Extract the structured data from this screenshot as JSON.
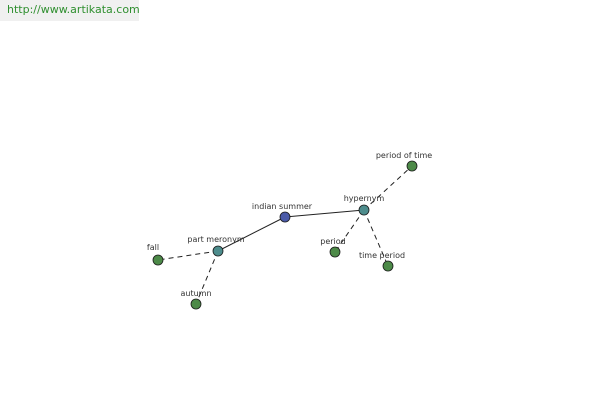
{
  "header": {
    "url": "http://www.artikata.com"
  },
  "colors": {
    "root": "#4a5aa8",
    "relation": "#4d8c8c",
    "leaf": "#4d8a48",
    "edge": "#222222",
    "header_text": "#2f8f2f",
    "header_bg": "#f0f0f0"
  },
  "graph": {
    "nodes": [
      {
        "id": "indian_summer",
        "label": "indian summer",
        "kind": "root"
      },
      {
        "id": "hypernym",
        "label": "hypernym",
        "kind": "relation"
      },
      {
        "id": "part_meronym",
        "label": "part meronym",
        "kind": "relation"
      },
      {
        "id": "period_of_time",
        "label": "period of time",
        "kind": "leaf"
      },
      {
        "id": "period",
        "label": "period",
        "kind": "leaf"
      },
      {
        "id": "time_period",
        "label": "time period",
        "kind": "leaf"
      },
      {
        "id": "fall",
        "label": "fall",
        "kind": "leaf"
      },
      {
        "id": "autumn",
        "label": "autumn",
        "kind": "leaf"
      }
    ],
    "edges": [
      {
        "from": "indian_summer",
        "to": "hypernym",
        "style": "solid"
      },
      {
        "from": "indian_summer",
        "to": "part_meronym",
        "style": "solid"
      },
      {
        "from": "hypernym",
        "to": "period_of_time",
        "style": "dashed"
      },
      {
        "from": "hypernym",
        "to": "period",
        "style": "dashed"
      },
      {
        "from": "hypernym",
        "to": "time_period",
        "style": "dashed"
      },
      {
        "from": "part_meronym",
        "to": "fall",
        "style": "dashed"
      },
      {
        "from": "part_meronym",
        "to": "autumn",
        "style": "dashed"
      }
    ]
  }
}
